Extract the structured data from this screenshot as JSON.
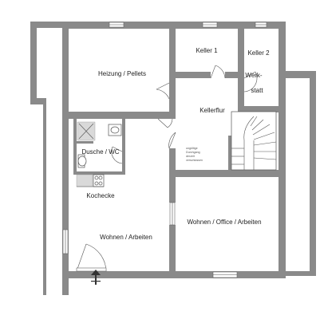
{
  "rooms": {
    "heizung": "Heizung / Pellets",
    "keller1": "Keller 1",
    "keller2": "Keller 2",
    "werkstatt_line1": "Werk-",
    "werkstatt_line2": "statt",
    "kellerflur": "Kellerflur",
    "dusche": "Dusche / WC",
    "kochecke": "Kochecke",
    "wohnen_arbeiten": "Wohnen / Arbeiten",
    "wohnen_office": "Wohnen / Office / Arbeiten"
  },
  "note_lines": [
    "ungültige",
    "Durchgang",
    "derzeit",
    "verschlossen"
  ],
  "colors": {
    "wall": "#8a8a8a",
    "fixture_tile": "#d9d9d9"
  }
}
